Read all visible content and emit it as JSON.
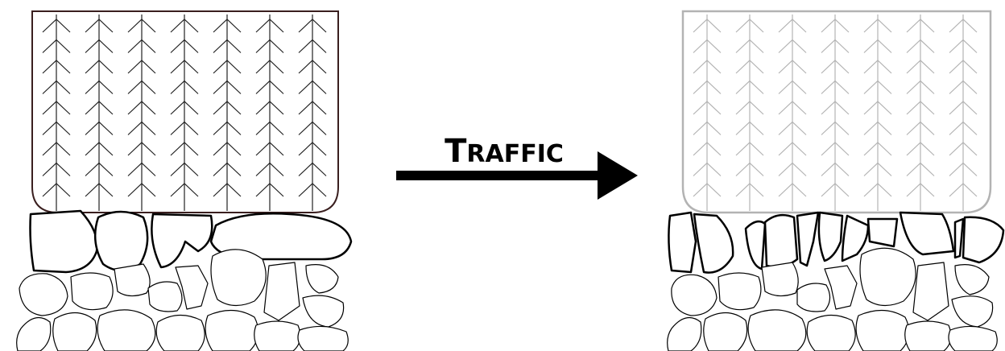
{
  "diagram": {
    "arrow_label": "Traffic",
    "panels": [
      {
        "id": "before",
        "block_style": "sharp",
        "aggregate_state": "intact"
      },
      {
        "id": "after",
        "block_style": "faded",
        "aggregate_state": "crushed"
      }
    ],
    "colors": {
      "background": "#ffffff",
      "outline": "#000000",
      "block_border_before": "#3a1f1f",
      "block_after": "#b3b3b3"
    }
  }
}
